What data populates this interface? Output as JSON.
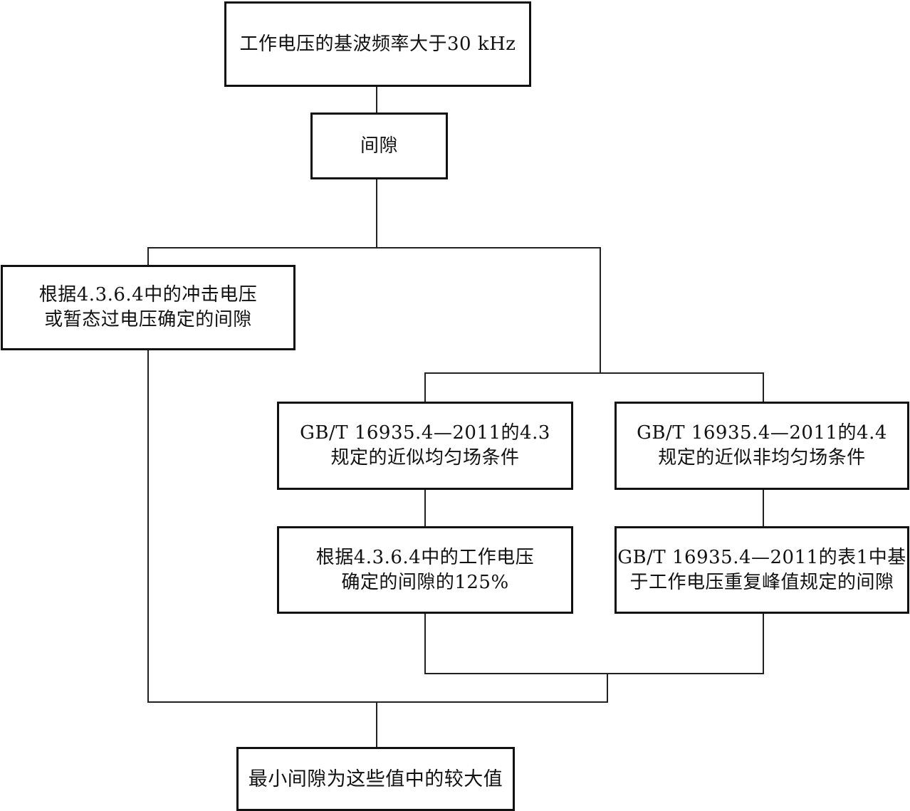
{
  "flowchart": {
    "top": {
      "text": "工作电压的基波频率大于30 kHz"
    },
    "gap": {
      "text": "间隙"
    },
    "left_branch": {
      "line1": "根据4.3.6.4中的冲击电压",
      "line2": "或暂态过电压确定的间隙"
    },
    "uniform_field": {
      "line1": "GB/T 16935.4—2011的4.3",
      "line2": "规定的近似均匀场条件"
    },
    "nonuniform_field": {
      "line1": "GB/T 16935.4—2011的4.4",
      "line2": "规定的近似非均匀场条件"
    },
    "working_voltage_125": {
      "line1": "根据4.3.6.4中的工作电压",
      "line2": "确定的间隙的125%"
    },
    "table1_gap": {
      "line1": "GB/T 16935.4—2011的表1中基",
      "line2": "于工作电压重复峰值规定的间隙"
    },
    "result": {
      "text": "最小间隙为这些值中的较大值"
    }
  }
}
